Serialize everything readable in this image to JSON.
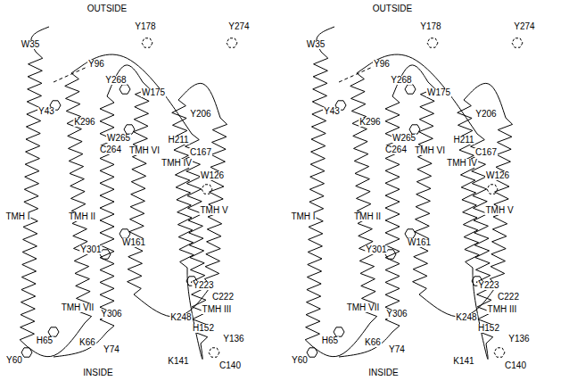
{
  "diagram": {
    "labels": [
      "OUTSIDE",
      "W35",
      "Y178",
      "Y274",
      "Y96",
      "Y268",
      "W175",
      "Y206",
      "Y43",
      "K296",
      "W265",
      "C264",
      "TMH VI",
      "H211",
      "C167",
      "TMH IV",
      "W126",
      "TMH I",
      "TMH II",
      "Y301",
      "W161",
      "TMH V",
      "Y223",
      "C222",
      "TMH III",
      "TMH VII",
      "Y306",
      "K248",
      "H152",
      "Y136",
      "H65",
      "K66",
      "Y74",
      "Y60",
      "K141",
      "C140",
      "INSIDE",
      "OUTSIDE",
      "W35",
      "Y178",
      "Y274",
      "Y96",
      "Y268",
      "W175",
      "Y206",
      "Y43",
      "K296",
      "W265",
      "C264",
      "TMH VI",
      "H211",
      "C167",
      "TMH IV",
      "W126",
      "TMH I",
      "TMH II",
      "Y301",
      "W161",
      "TMH V",
      "Y223",
      "C222",
      "TMH III",
      "TMH VII",
      "Y306",
      "K248",
      "H152",
      "Y136",
      "H65",
      "K66",
      "Y74",
      "Y60",
      "K141",
      "C140",
      "INSIDE"
    ]
  }
}
